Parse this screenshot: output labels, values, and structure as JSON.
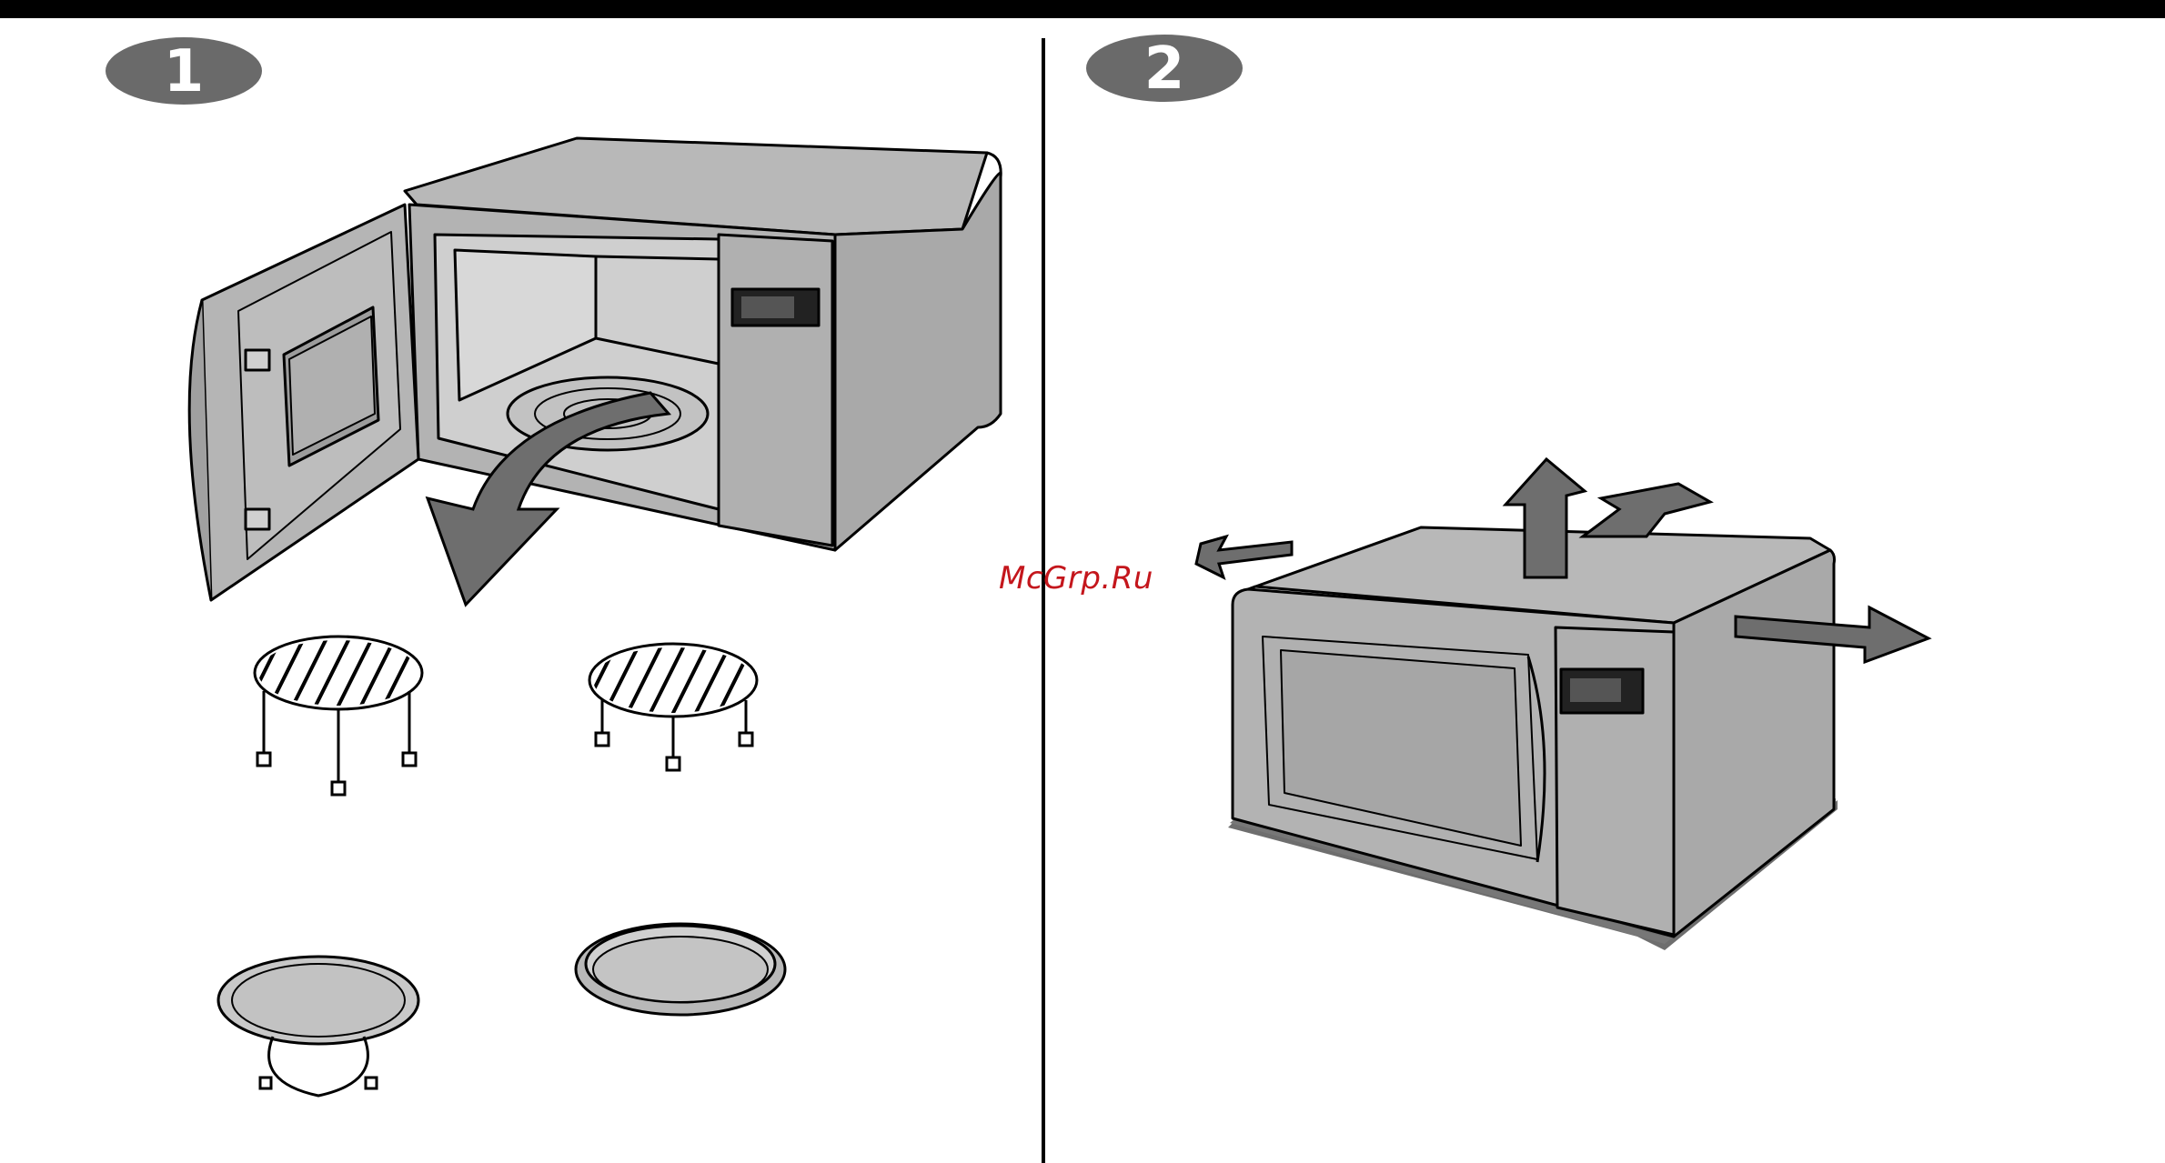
{
  "steps": [
    {
      "number": "1"
    },
    {
      "number": "2"
    }
  ],
  "watermark": "McGrp.Ru",
  "colors": {
    "appliance_gray": "#b3b3b3",
    "interior_gray": "#c9c9c9",
    "arrow_gray": "#6e6e6e",
    "badge_gray": "#6a6a6a",
    "watermark_red": "#c4161c"
  },
  "icons": {
    "step1": "open-microwave-with-accessories",
    "step2": "ventilation-clearance-arrows"
  }
}
